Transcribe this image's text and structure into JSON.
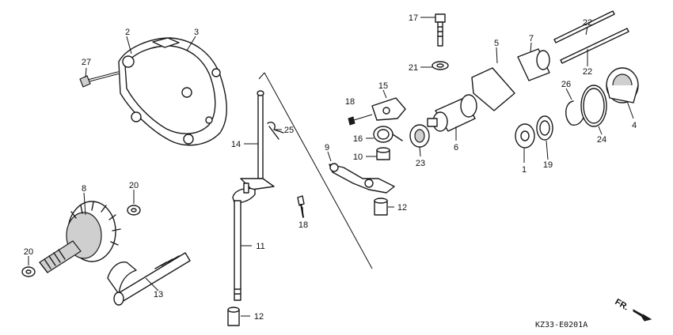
{
  "callouts": [
    {
      "id": "c1",
      "text": "1"
    },
    {
      "id": "c2",
      "text": "2"
    },
    {
      "id": "c3",
      "text": "3"
    },
    {
      "id": "c4",
      "text": "4"
    },
    {
      "id": "c5",
      "text": "5"
    },
    {
      "id": "c6",
      "text": "6"
    },
    {
      "id": "c7",
      "text": "7"
    },
    {
      "id": "c8",
      "text": "8"
    },
    {
      "id": "c9",
      "text": "9"
    },
    {
      "id": "c10",
      "text": "10"
    },
    {
      "id": "c11",
      "text": "11"
    },
    {
      "id": "c12a",
      "text": "12"
    },
    {
      "id": "c12b",
      "text": "12"
    },
    {
      "id": "c13",
      "text": "13"
    },
    {
      "id": "c14",
      "text": "14"
    },
    {
      "id": "c15",
      "text": "15"
    },
    {
      "id": "c16",
      "text": "16"
    },
    {
      "id": "c17",
      "text": "17"
    },
    {
      "id": "c18a",
      "text": "18"
    },
    {
      "id": "c18b",
      "text": "18"
    },
    {
      "id": "c19",
      "text": "19"
    },
    {
      "id": "c20a",
      "text": "20"
    },
    {
      "id": "c20b",
      "text": "20"
    },
    {
      "id": "c21",
      "text": "21"
    },
    {
      "id": "c22a",
      "text": "22"
    },
    {
      "id": "c22b",
      "text": "22"
    },
    {
      "id": "c23",
      "text": "23"
    },
    {
      "id": "c24",
      "text": "24"
    },
    {
      "id": "c25",
      "text": "25"
    },
    {
      "id": "c26",
      "text": "26"
    },
    {
      "id": "c27",
      "text": "27"
    }
  ],
  "front_marker": "FR.",
  "diagram_code": "KZ33-E0201A"
}
